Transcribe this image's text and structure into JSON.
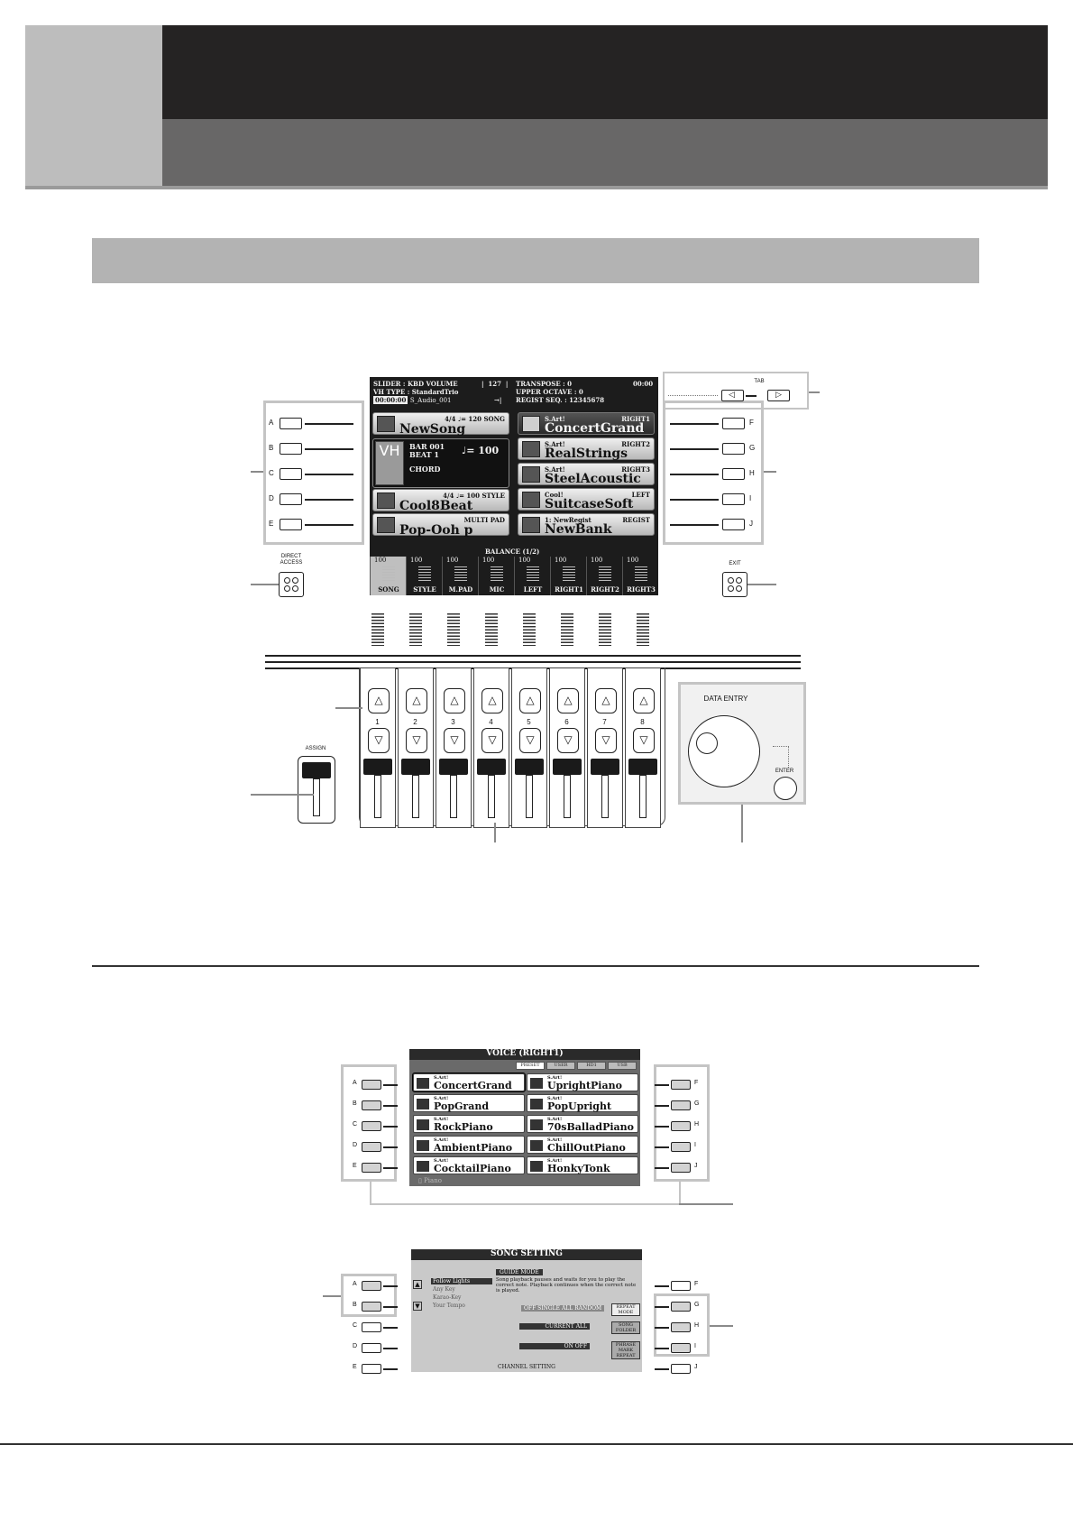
{
  "lcd": {
    "info": {
      "slider": "SLIDER",
      "slider_value": ": KBD VOLUME",
      "slider_num": "127",
      "vh_type": "VH TYPE",
      "vh_type_value": ": StandardTrio",
      "audio_time": "00:00:00",
      "audio_name": "S_Audio_001",
      "transpose": "TRANSPOSE",
      "transpose_value": ": 0",
      "upper_octave": "UPPER OCTAVE",
      "upper_octave_value": ": 0",
      "regist_seq": "REGIST SEQ.",
      "regist_seq_value": ": 12345678",
      "time": "00:00"
    },
    "left_tiles": [
      {
        "name": "NewSong",
        "meta": "4/4   ♩= 120   SONG"
      },
      {
        "name": "Cool8Beat",
        "meta": "4/4   ♩= 100   STYLE"
      },
      {
        "name": "Pop-Ooh p",
        "meta": "MULTI PAD"
      }
    ],
    "vh": {
      "icon": "VH",
      "bar": "BAR   001",
      "beat": "BEAT    1",
      "tempo": "♩= 100",
      "chord": "CHORD"
    },
    "right_tiles": [
      {
        "cat": "S.Art!",
        "name": "ConcertGrand",
        "part": "RIGHT1"
      },
      {
        "cat": "S.Art!",
        "name": "RealStrings",
        "part": "RIGHT2"
      },
      {
        "cat": "S.Art!",
        "name": "SteelAcoustic",
        "part": "RIGHT3"
      },
      {
        "cat": "Cool!",
        "name": "SuitcaseSoft",
        "part": "LEFT"
      },
      {
        "cat": "1: NewRegist",
        "name": "NewBank",
        "part": "REGIST"
      }
    ],
    "balance_title": "BALANCE (1/2)",
    "mixer": [
      {
        "label": "SONG",
        "value": "100"
      },
      {
        "label": "STYLE",
        "value": "100"
      },
      {
        "label": "M.PAD",
        "value": "100"
      },
      {
        "label": "MIC",
        "value": "100"
      },
      {
        "label": "LEFT",
        "value": "100"
      },
      {
        "label": "RIGHT1",
        "value": "100"
      },
      {
        "label": "RIGHT2",
        "value": "100"
      },
      {
        "label": "RIGHT3",
        "value": "100"
      }
    ]
  },
  "panel": {
    "left_buttons": [
      "A",
      "B",
      "C",
      "D",
      "E"
    ],
    "right_buttons": [
      "F",
      "G",
      "H",
      "I",
      "J"
    ],
    "tab_label": "TAB",
    "direct_access": "DIRECT\nACCESS",
    "exit": "EXIT",
    "assign": "ASSIGN",
    "data_entry": "DATA ENTRY",
    "enter": "ENTER",
    "slider_numbers": [
      "1",
      "2",
      "3",
      "4",
      "5",
      "6",
      "7",
      "8"
    ],
    "up_glyph": "△",
    "down_glyph": "▽"
  },
  "voice_screen": {
    "title": "VOICE (RIGHT1)",
    "tabs": [
      "PRESET",
      "USER",
      "HD1",
      "USB"
    ],
    "left_voices": [
      {
        "cat": "S.Art!",
        "name": "ConcertGrand"
      },
      {
        "cat": "S.Art!",
        "name": "PopGrand"
      },
      {
        "cat": "S.Art!",
        "name": "RockPiano"
      },
      {
        "cat": "S.Art!",
        "name": "AmbientPiano"
      },
      {
        "cat": "S.Art!",
        "name": "CocktailPiano"
      }
    ],
    "right_voices": [
      {
        "cat": "S.Art!",
        "name": "UprightPiano"
      },
      {
        "cat": "S.Art!",
        "name": "PopUpright"
      },
      {
        "cat": "S.Art!",
        "name": "70sBalladPiano"
      },
      {
        "cat": "S.Art!",
        "name": "ChillOutPiano"
      },
      {
        "cat": "S.Art!",
        "name": "HonkyTonk"
      }
    ],
    "folder": "Piano"
  },
  "song_screen": {
    "title": "SONG SETTING",
    "guide_modes": [
      "Follow Lights",
      "Any Key",
      "Karao-Key",
      "Your Tempo"
    ],
    "guide_mode_label": "GUIDE MODE",
    "guide_desc": "Song playback pauses and waits for you to play the correct note. Playback continues when the correct note is played.",
    "repeat_options": "OFF  SINGLE  ALL  RANDOM",
    "repeat_mode": "REPEAT MODE",
    "current_all": "CURRENT  ALL",
    "song_folder": "SONG FOLDER",
    "on_off": "ON  OFF",
    "phrase_mark": "PHRASE MARK REPEAT",
    "channel_setting": "CHANNEL SETTING"
  }
}
